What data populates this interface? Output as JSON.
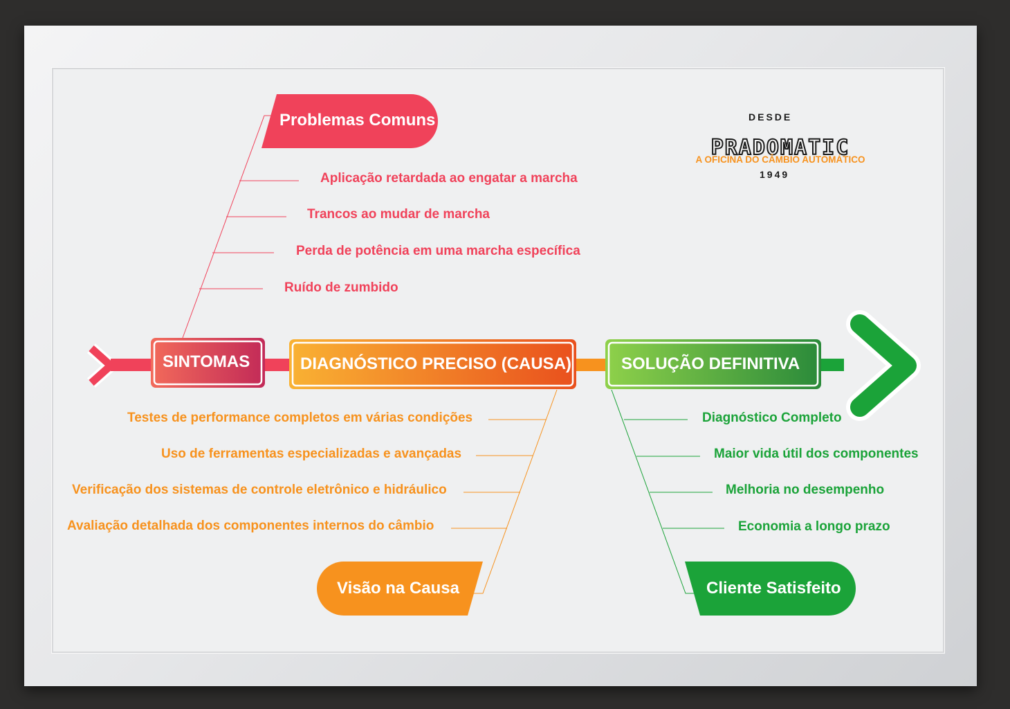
{
  "logo": {
    "desde": "DESDE",
    "name": "PRADOMATIC",
    "tagline": "A OFICINA DO CÂMBIO AUTOMÁTICO",
    "year": "1949"
  },
  "nodes": {
    "sintomas": "SINTOMAS",
    "diagnostico": "DIAGNÓSTICO PRECISO (CAUSA)",
    "solucao": "SOLUÇÃO DEFINITIVA"
  },
  "headers": {
    "problemas": "Problemas Comuns",
    "visao": "Visão na Causa",
    "cliente": "Cliente Satisfeito"
  },
  "problemas_items": [
    "Aplicação retardada ao engatar a marcha",
    "Trancos ao mudar de marcha",
    "Perda de potência em uma marcha específica",
    "Ruído de zumbido"
  ],
  "causa_items": [
    "Testes de performance completos em várias condições",
    "Uso de ferramentas especializadas e avançadas",
    "Verificação dos sistemas de controle eletrônico e hidráulico",
    "Avaliação detalhada dos componentes internos do câmbio"
  ],
  "solucao_items": [
    "Diagnóstico Completo",
    "Maior vida útil dos componentes",
    "Melhoria no desempenho",
    "Economia a longo prazo"
  ],
  "colors": {
    "red": "#f0425a",
    "orange": "#f7921e",
    "green": "#1ba339"
  }
}
